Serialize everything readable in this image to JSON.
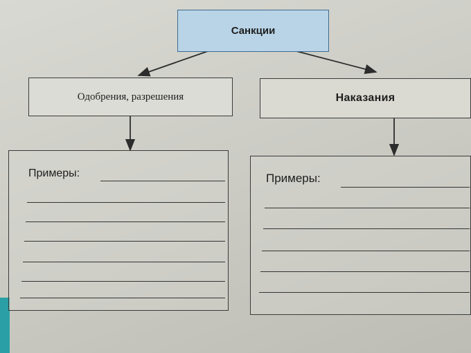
{
  "diagram": {
    "root": {
      "label": "Санкции"
    },
    "branches": [
      {
        "label": "Одобрения, разрешения",
        "examples_label": "Примеры:"
      },
      {
        "label": "Наказания",
        "examples_label": "Примеры:"
      }
    ]
  }
}
